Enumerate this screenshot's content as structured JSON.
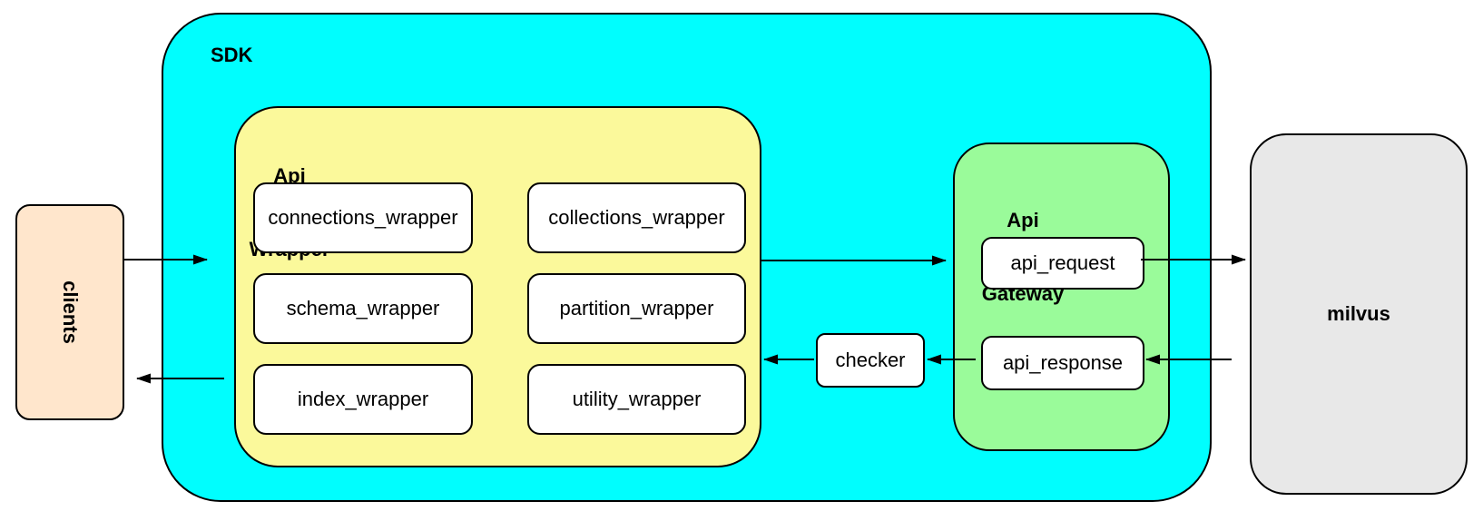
{
  "colors": {
    "sdk_fill": "#00FEFE",
    "wrapper_fill": "#FBF99B",
    "gateway_fill": "#9AFB9A",
    "clients_fill": "#FFE6CC",
    "milvus_fill": "#E8E8E8",
    "box_fill": "#FFFFFF",
    "border": "#000000"
  },
  "clients": {
    "label": "clients"
  },
  "sdk": {
    "label": "SDK",
    "api_wrapper": {
      "label_line1": "Api",
      "label_line2": "Wrapper",
      "columns": {
        "left": [
          "connections_wrapper",
          "schema_wrapper",
          "index_wrapper"
        ],
        "right": [
          "collections_wrapper",
          "partition_wrapper",
          "utility_wrapper"
        ]
      }
    },
    "checker": {
      "label": "checker"
    },
    "api_gateway": {
      "label_line1": "Api",
      "label_line2": "Gateway",
      "boxes": [
        "api_request",
        "api_response"
      ]
    }
  },
  "milvus": {
    "label": "milvus"
  }
}
